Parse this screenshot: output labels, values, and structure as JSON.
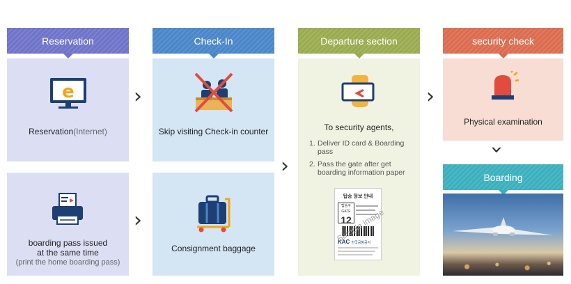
{
  "headers": {
    "reservation": "Reservation",
    "checkin": "Check-In",
    "departure": "Departure section",
    "security": "security check",
    "boarding": "Boarding"
  },
  "reservation_card": {
    "label": "Reservation",
    "sub": "(Internet)"
  },
  "boarding_pass_card": {
    "line1": "boarding pass issued",
    "line2": "at the same time",
    "line3": "(print the home boarding pass)"
  },
  "checkin_card": {
    "label": "Skip visiting Check-in counter"
  },
  "baggage_card": {
    "label": "Consignment baggage"
  },
  "departure_card": {
    "title": "To security agents,",
    "steps": [
      {
        "num": "1.",
        "text": "Deliver ID card & Boarding pass"
      },
      {
        "num": "2.",
        "text": "Pass the gate after get boarding information paper"
      }
    ],
    "ticket": {
      "title": "탑승 정보 안내",
      "gate_label": "탑승구 GATE",
      "gate_number": "12",
      "watermark": "Sample image",
      "logo": "KAC",
      "logo_sub": "한국공항공사"
    }
  },
  "security_card": {
    "label": "Physical examination"
  },
  "colors": {
    "reservation_header": "#6f73c9",
    "checkin_header": "#4a86c9",
    "departure_header": "#9aab4f",
    "security_header": "#dc6c4f",
    "boarding_header": "#3bb0bd",
    "reservation_card": "#dcdff4",
    "checkin_card": "#d4e5f4",
    "departure_card": "#f0f2e2",
    "security_card": "#f7ddd3"
  },
  "icons": [
    "ie-monitor-icon",
    "no-checkin-counter-icon",
    "id-card-hand-icon",
    "siren-icon",
    "printer-icon",
    "suitcase-icon",
    "airplane-photo"
  ]
}
